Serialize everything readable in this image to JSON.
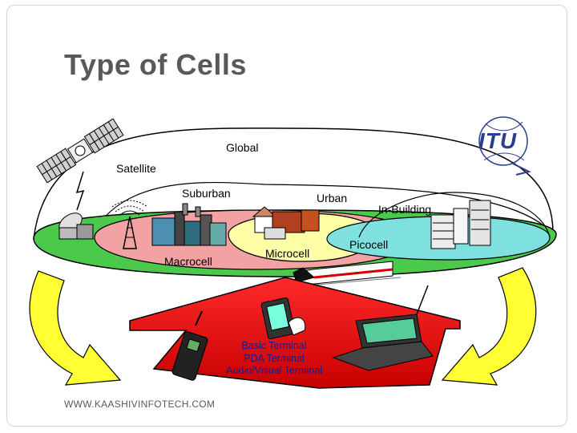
{
  "slide": {
    "title": "Type of Cells",
    "footer": "WWW.KAASHIVINFOTECH.COM"
  },
  "logo": {
    "text": "ITU"
  },
  "diagram": {
    "labels": {
      "global": "Global",
      "satellite": "Satellite",
      "suburban": "Suburban",
      "urban": "Urban",
      "in_building": "In-Building",
      "macrocell": "Macrocell",
      "microcell": "Microcell",
      "picocell": "Picocell"
    },
    "terminals": {
      "line1": "Basic Terminal",
      "line2": "PDA Terminal",
      "line3": "Audio/Visual Terminal"
    },
    "colors": {
      "global_ring": "#4ac94a",
      "macrocell_ring": "#f2a2a2",
      "microcell_ring": "#ffffa8",
      "picocell_ring": "#7fe0e0",
      "platform": "#e81010",
      "arrows": "#ffff33",
      "terminal_text": "#1a1a8c"
    }
  }
}
